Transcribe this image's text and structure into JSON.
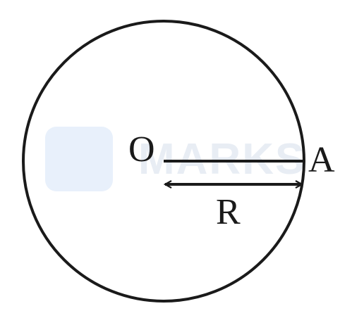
{
  "labels": {
    "center": "O",
    "point": "A",
    "radius": "R"
  },
  "watermark": {
    "text": "MARKS",
    "color": "#e8edf4",
    "logo_color": "#e8f0fb"
  },
  "colors": {
    "stroke": "#1a1a1a",
    "background": "#ffffff"
  }
}
